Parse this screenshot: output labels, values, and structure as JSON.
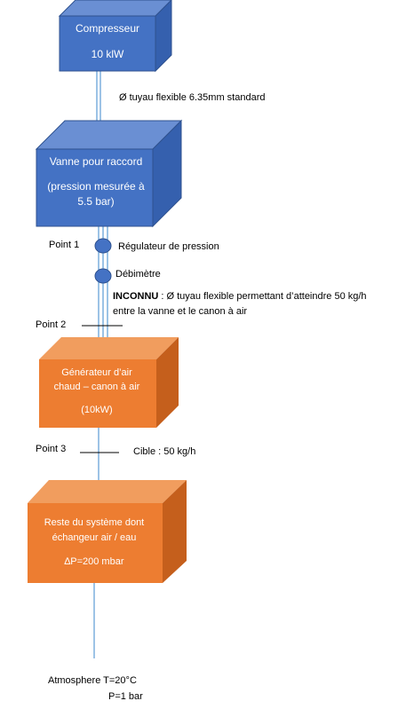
{
  "boxes": {
    "compressor": {
      "line1": "Compresseur",
      "line2": "10 klW"
    },
    "valve": {
      "line1": "Vanne pour raccord",
      "line2": "(pression mesurée à",
      "line3": "5.5 bar)"
    },
    "generator": {
      "line1": "Générateur d’air",
      "line2": "chaud – canon à air",
      "line3": "(10kW)"
    },
    "rest": {
      "line1": "Reste du système dont",
      "line2": "échangeur air / eau",
      "line3": "∆P=200 mbar"
    }
  },
  "labels": {
    "hose_standard": "Ø tuyau flexible 6.35mm standard",
    "point1": "Point 1",
    "pressure_regulator": "Régulateur de pression",
    "flowmeter": "Débimètre",
    "unknown_bold": "INCONNU",
    "unknown_rest": " : Ø tuyau flexible permettant d’atteindre 50 kg/h",
    "unknown_line2": "entre la vanne et le canon à air",
    "point2": "Point 2",
    "point3": "Point 3",
    "target": "Cible : 50 kg/h",
    "atmosphere": "Atmosphere T=20°C",
    "pressure": "P=1 bar"
  },
  "colors": {
    "blue_front": "#4472c4",
    "blue_top": "#6a8fd3",
    "blue_side": "#3560ae",
    "blue_stroke": "#2f528f",
    "orange_front": "#ed7d31",
    "orange_top": "#f19d5e",
    "orange_side": "#c55f1c",
    "pipe": "#5b9bd5"
  }
}
